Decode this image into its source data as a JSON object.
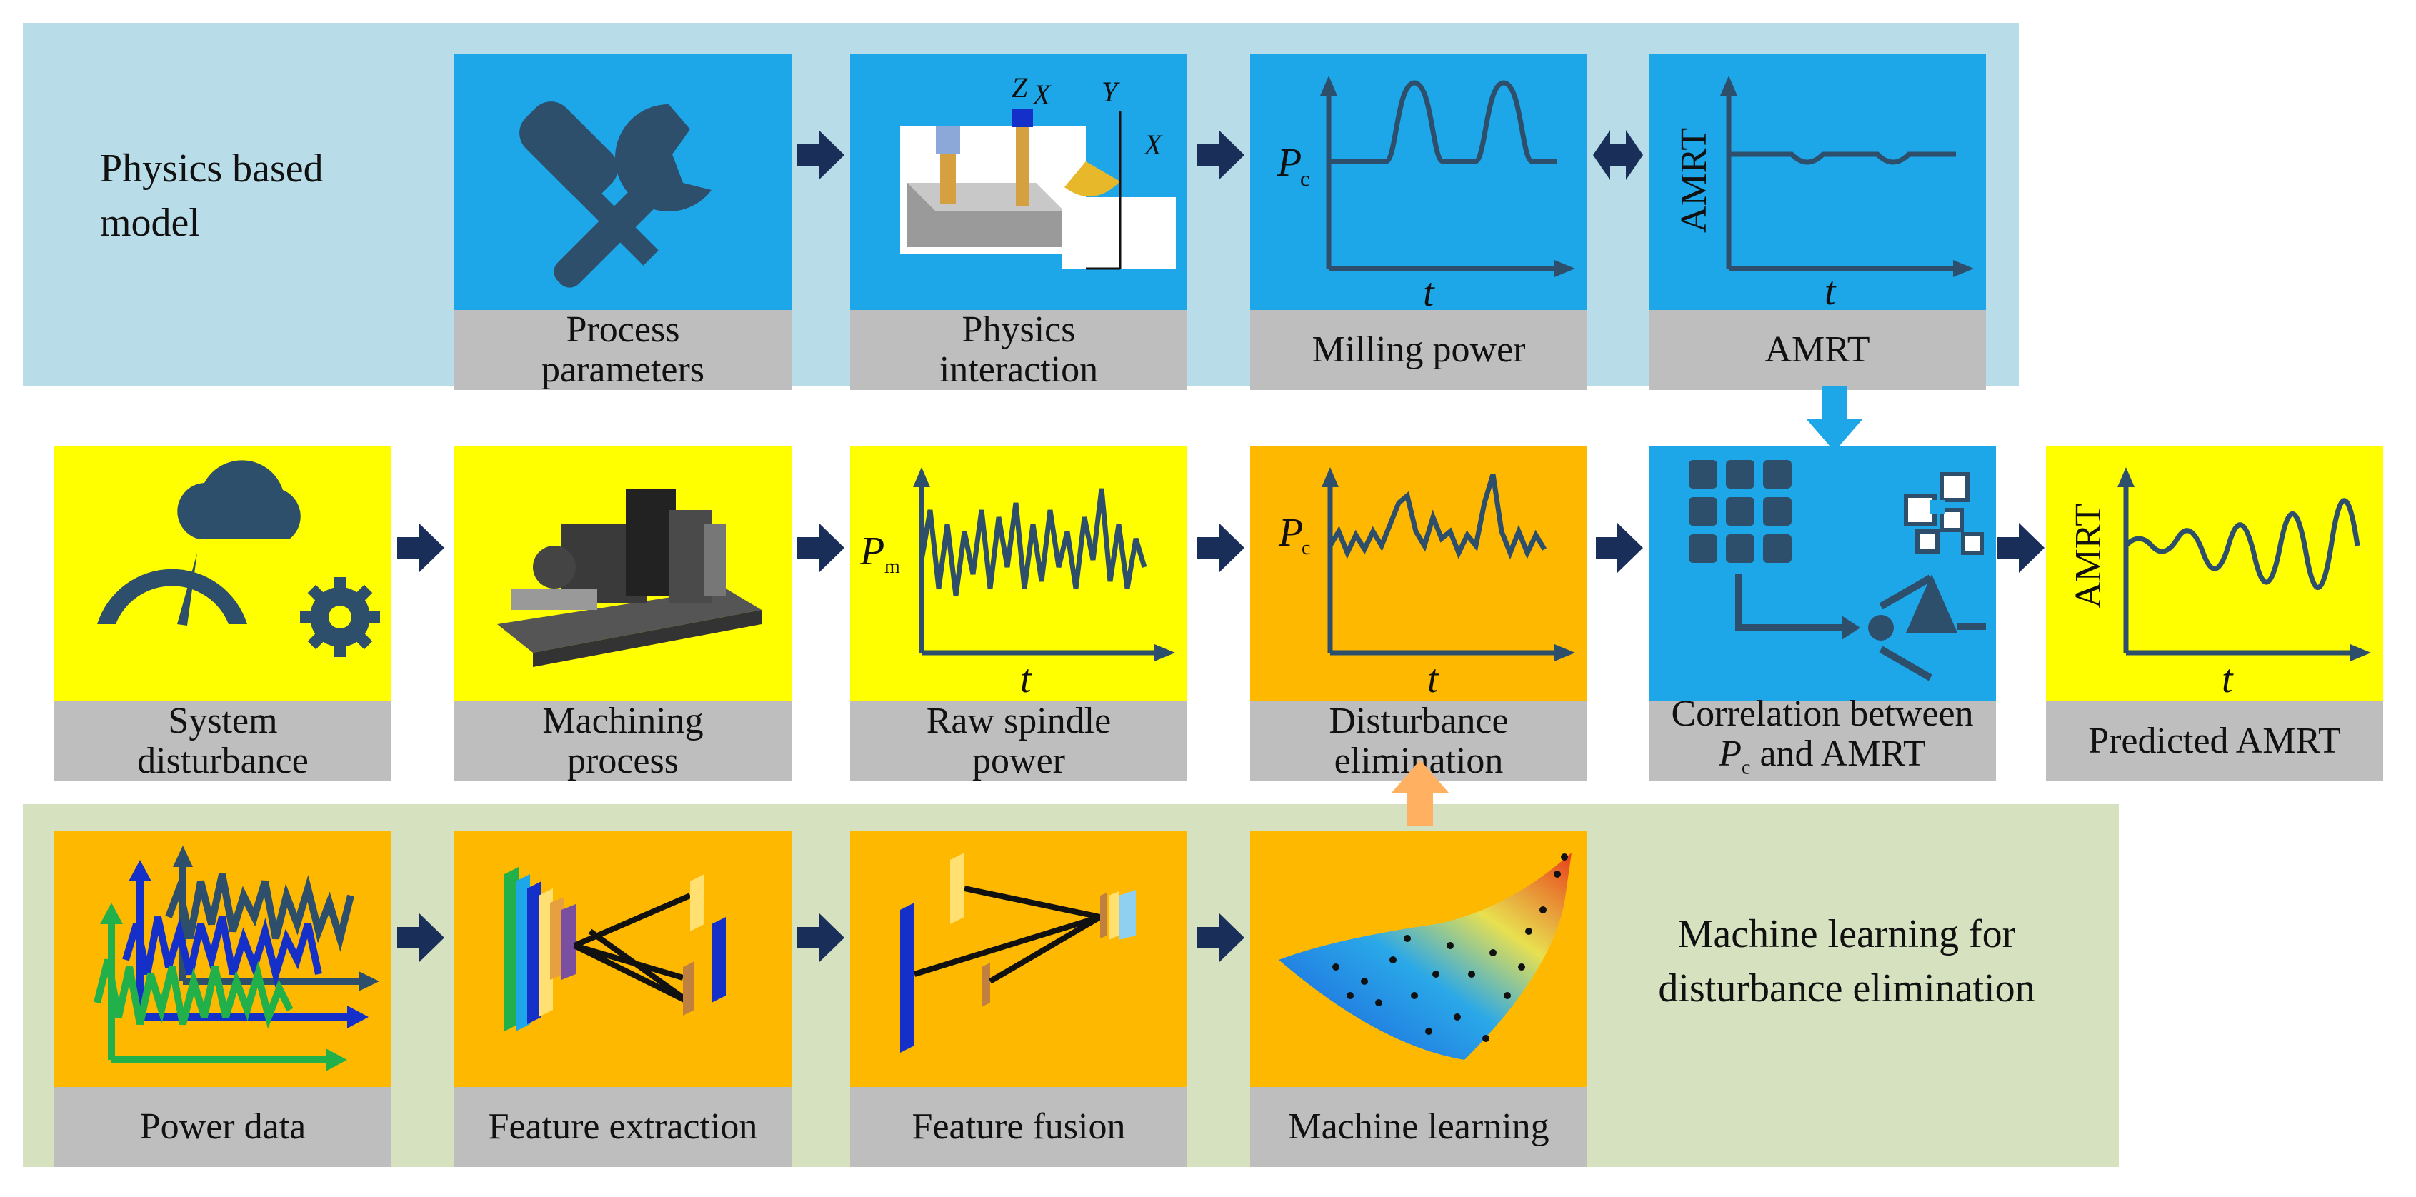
{
  "panels": {
    "physics": {
      "label_line1": "Physics based",
      "label_line2": "model",
      "bg": "#b8dce8"
    },
    "ml": {
      "label_line1": "Machine learning for",
      "label_line2": "disturbance elimination",
      "bg": "#d6e1c0"
    }
  },
  "colors": {
    "blue_tile": "#1ea7e8",
    "yellow_tile": "#ffff00",
    "orange_tile": "#ffb800",
    "caption_bg": "#bebebe",
    "arrow": "#1a2e5a",
    "icon": "#2d4f6b"
  },
  "top_row": [
    {
      "cap1": "Process",
      "cap2": "parameters",
      "icon": "wrench-screwdriver-icon"
    },
    {
      "cap1": "Physics",
      "cap2": "interaction",
      "icon": "milling-tool-diagram"
    },
    {
      "cap1": "Milling power",
      "cap2": "",
      "icon": "power-pulse-plot"
    },
    {
      "cap1": "AMRT",
      "cap2": "",
      "icon": "amrt-plot"
    }
  ],
  "middle_row": [
    {
      "cap1": "System",
      "cap2": "disturbance",
      "icon": "cloud-gauge-gear-icon"
    },
    {
      "cap1": "Machining",
      "cap2": "process",
      "icon": "machine-tool-image"
    },
    {
      "cap1": "Raw spindle",
      "cap2": "power",
      "icon": "raw-power-plot"
    },
    {
      "cap1": "Disturbance",
      "cap2": "elimination",
      "icon": "filtered-power-plot"
    },
    {
      "cap1": "Correlation between",
      "cap2_sym": "P",
      "cap2_sub": "c",
      "cap2_rest": " and AMRT",
      "icon": "correlation-icon"
    },
    {
      "cap1": "Predicted AMRT",
      "cap2": "",
      "icon": "predicted-amrt-plot"
    }
  ],
  "bottom_row": [
    {
      "cap1": "Power data",
      "icon": "power-data-plot"
    },
    {
      "cap1": "Feature extraction",
      "icon": "cnn-layers-icon"
    },
    {
      "cap1": "Feature fusion",
      "icon": "fusion-layers-icon"
    },
    {
      "cap1": "Machine learning",
      "icon": "surface-scatter-icon"
    }
  ],
  "plot_labels": {
    "t": "t",
    "P": "P",
    "c": "c",
    "m": "m",
    "amrt": "AMRT",
    "Z": "Z",
    "X": "X",
    "Y": "Y"
  }
}
